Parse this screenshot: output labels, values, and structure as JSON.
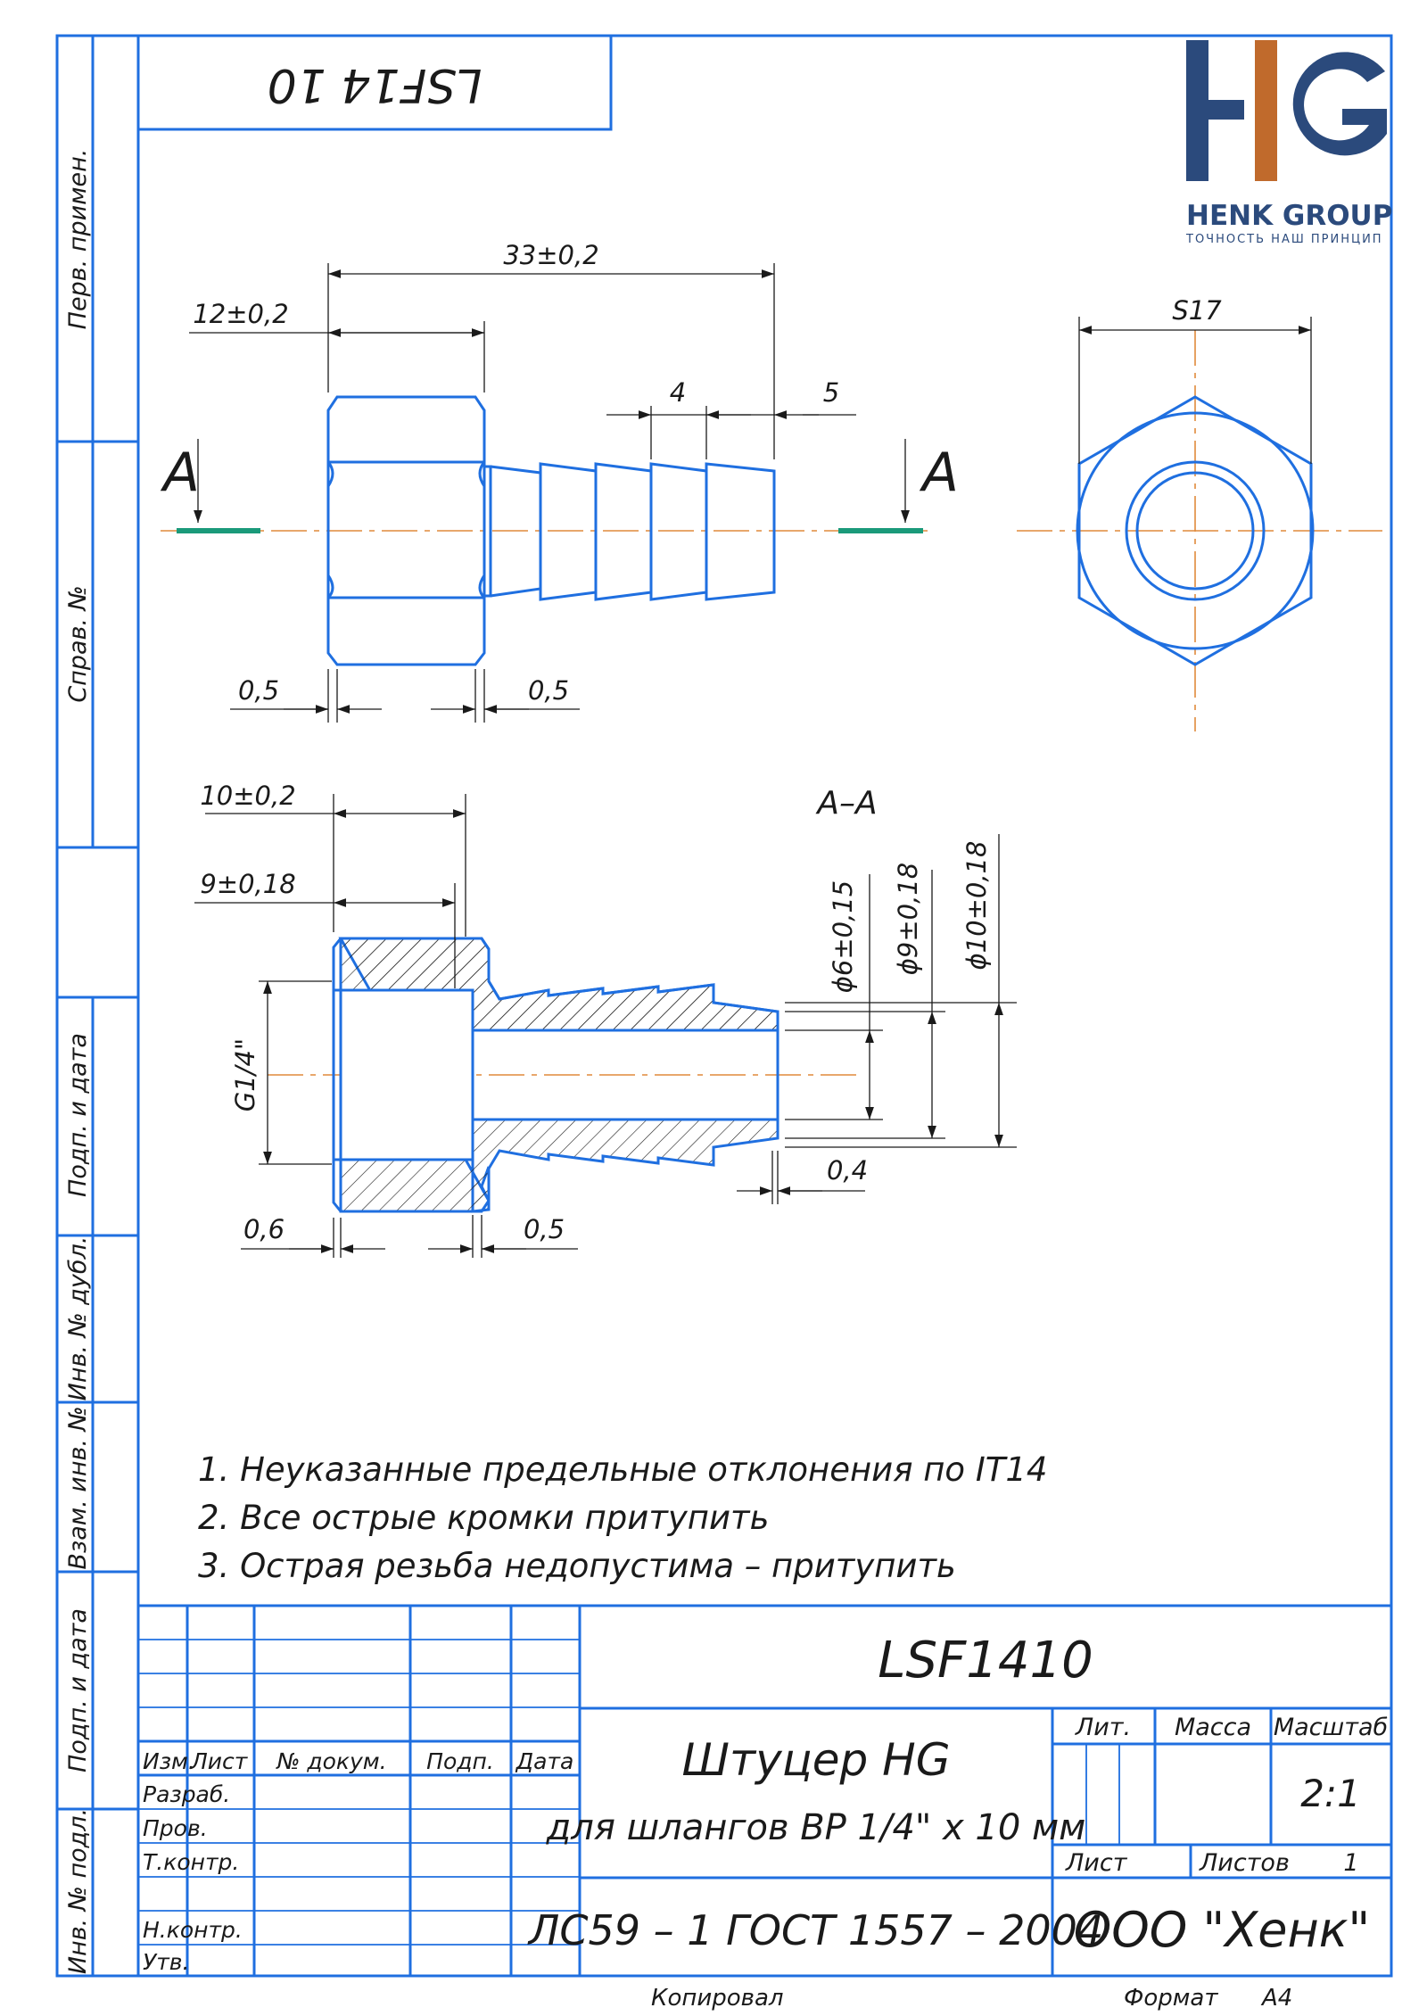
{
  "document": {
    "code_stamp": "LSF14 10",
    "code_main": "LSF1410",
    "title": "Штуцер HG",
    "subtitle": "для шлангов ВР 1/4\" х 10 мм",
    "material": "ЛС59 – 1 ГОСТ 1557 – 2004",
    "company": "ООО \"Хенк\"",
    "scale": "2:1",
    "sheets_count": "1"
  },
  "logo": {
    "letters": "HG",
    "name": "HENK GROUP",
    "tagline": "ТОЧНОСТЬ НАШ ПРИНЦИП",
    "colors": {
      "navy": "#2b4a7c",
      "orange": "#c06a2c"
    }
  },
  "side_stamps": [
    "Перв. примен.",
    "Справ. №",
    "Подп. и дата",
    "Инв. № дубл.",
    "Взам. инв. №",
    "Подп. и дата",
    "Инв. № подл."
  ],
  "dimensions": {
    "overall_length": "33±0,2",
    "hex_length": "12±0,2",
    "rib_step": "4",
    "tip_length": "5",
    "across_flats": "S17",
    "chamfer_left": "0,5",
    "chamfer_right": "0,5",
    "bore_depth": "10±0,2",
    "thread_length": "9±0,18",
    "thread": "G1/4\"",
    "chamfer_a": "0,6",
    "chamfer_b": "0,5",
    "tip_chamfer": "0,4",
    "dia_bore": "ϕ6±0,15",
    "dia_mid": "ϕ9±0,18",
    "dia_outer": "ϕ10±0,18"
  },
  "section": {
    "cut_label": "А",
    "section_title": "А–А"
  },
  "notes": [
    "1. Неуказанные предельные отклонения по IT14",
    "2. Все острые кромки притупить",
    "3. Острая резьба недопустима – притупить"
  ],
  "title_block": {
    "headers": [
      "Изм.",
      "Лист",
      "№ докум.",
      "Подп.",
      "Дата"
    ],
    "roles": [
      "Разраб.",
      "Пров.",
      "Т.контр.",
      "Н.контр.",
      "Утв."
    ],
    "lit": "Лит.",
    "mass": "Масса",
    "scale_label": "Масштаб",
    "sheet": "Лист",
    "sheets": "Листов"
  },
  "footer": {
    "copied": "Копировал",
    "format_label": "Формат",
    "format_value": "A4"
  },
  "colors": {
    "frame": "#1f6fe0",
    "section_line": "#1a9a7a",
    "axis": "#e08a3c"
  }
}
